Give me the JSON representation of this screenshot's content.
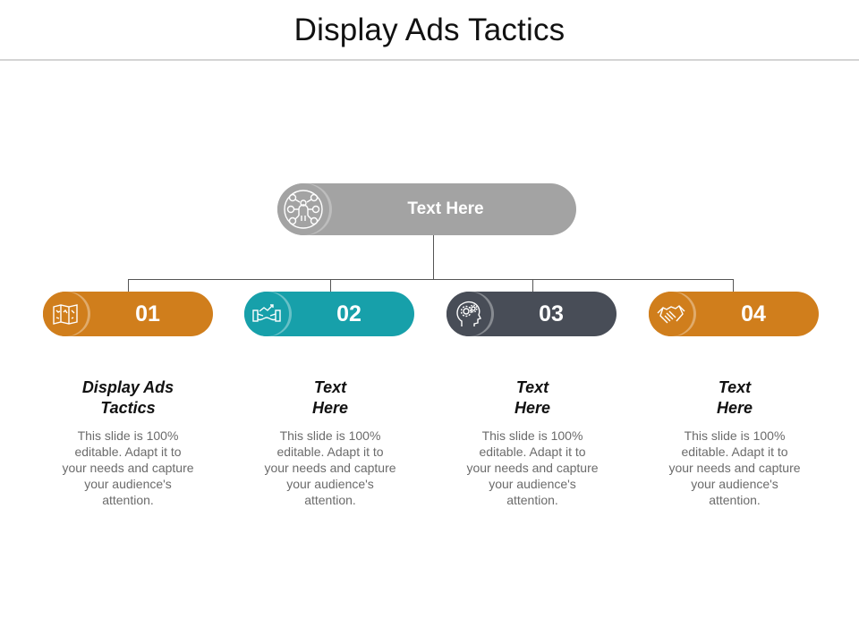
{
  "title": "Display Ads Tactics",
  "top": {
    "label": "Text Here",
    "icon": "investor-network-icon",
    "color": "#a3a3a3"
  },
  "steps": [
    {
      "number": "01",
      "icon": "map-icon",
      "color": "#d07e1c",
      "title": "Display Ads Tactics",
      "body": "This slide is 100% editable. Adapt it to your needs and capture your audience's attention."
    },
    {
      "number": "02",
      "icon": "growth-chart-hands-icon",
      "color": "#17a0aa",
      "title": "Text Here",
      "body": "This slide is 100% editable. Adapt it to your needs and capture your audience's attention."
    },
    {
      "number": "03",
      "icon": "head-gears-icon",
      "color": "#484d57",
      "title": "Text Here",
      "body": "This slide is 100% editable. Adapt it to your needs and capture your audience's attention."
    },
    {
      "number": "04",
      "icon": "handshake-icon",
      "color": "#d07e1c",
      "title": "Text Here",
      "body": "This slide is 100% editable. Adapt it to your needs and capture your audience's attention."
    }
  ]
}
